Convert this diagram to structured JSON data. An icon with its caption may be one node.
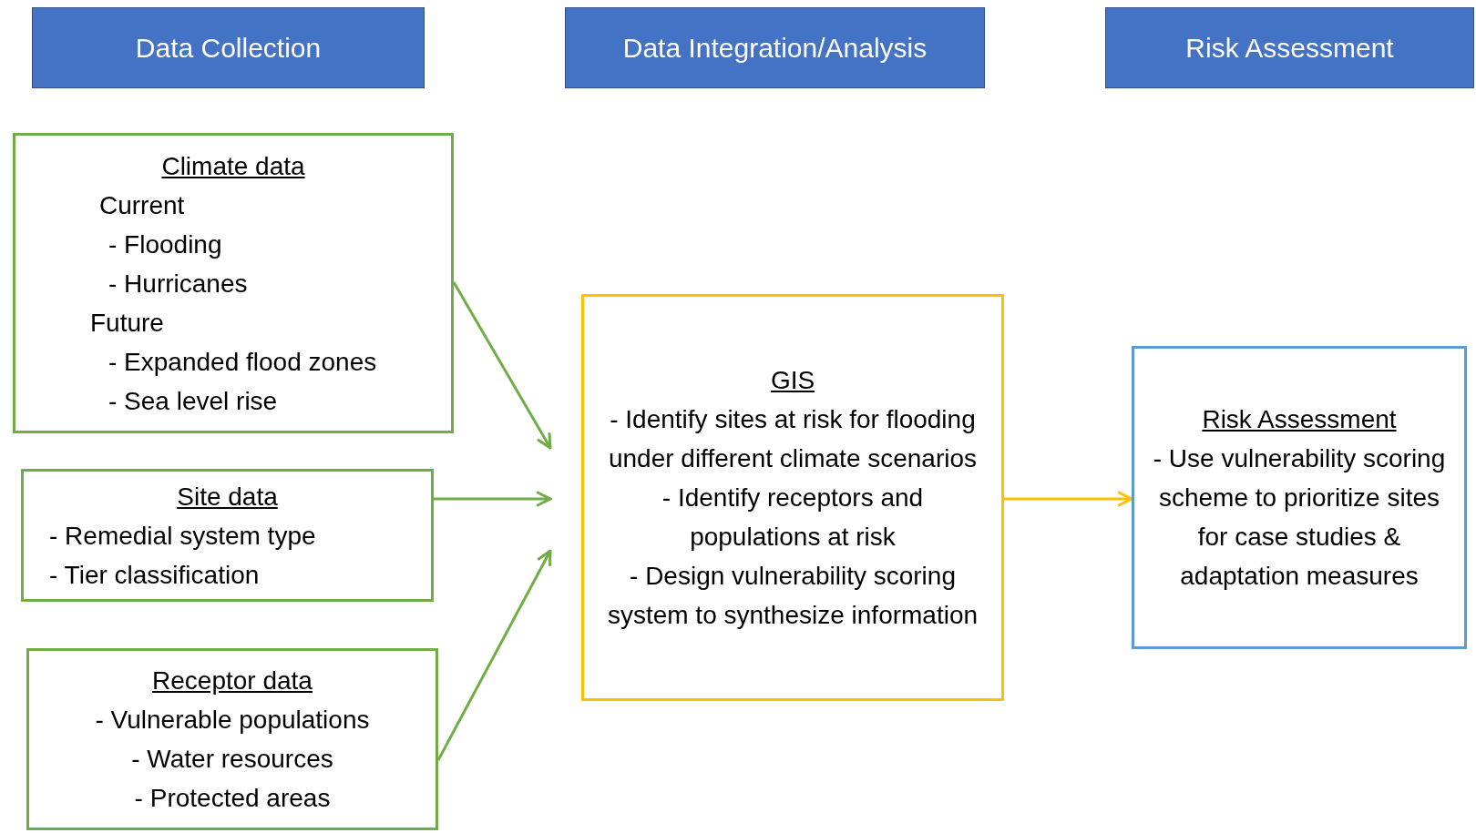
{
  "diagram": {
    "nodes": [
      {
        "text": [
          "Data Collection"
        ]
      },
      {
        "text": [
          "Data Integration/Analysis"
        ]
      },
      {
        "text": [
          "Risk Assessment"
        ]
      },
      {
        "text": [
          "Climate data",
          "Current",
          "- Flooding",
          "- Hurricanes",
          "Future",
          "- Expanded flood zones",
          "- Sea level rise"
        ]
      },
      {
        "text": [
          "Site data",
          "- Remedial system type",
          "- Tier classification"
        ]
      },
      {
        "text": [
          "Receptor data",
          "- Vulnerable populations",
          "- Water resources",
          "- Protected areas"
        ]
      },
      {
        "text": [
          "GIS",
          "- Identify sites at risk for flooding under different climate scenarios",
          "- Identify receptors and populations at risk",
          "- Design vulnerability scoring system to synthesize information"
        ]
      },
      {
        "text": [
          "Risk Assessment",
          "- Use vulnerability scoring scheme to prioritize sites for case studies & adaptation measures"
        ]
      }
    ],
    "edges": [
      {
        "from": 3,
        "to": 6,
        "arrow": "to"
      },
      {
        "from": 4,
        "to": 6,
        "arrow": "to"
      },
      {
        "from": 5,
        "to": 6,
        "arrow": "to"
      },
      {
        "from": 6,
        "to": 7,
        "arrow": "to",
        "color": "#ffc000"
      }
    ]
  }
}
